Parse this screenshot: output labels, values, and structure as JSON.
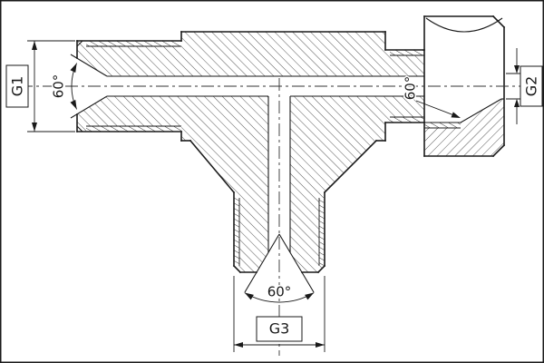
{
  "figure": {
    "labels": {
      "g1": "G1",
      "g2": "G2",
      "g3": "G3",
      "angle_left": "60°",
      "angle_right": "60°",
      "angle_bottom": "60°"
    },
    "colors": {
      "line": "#1a1a1a",
      "background": "#ffffff",
      "hatch": "#2a2a2a"
    }
  }
}
